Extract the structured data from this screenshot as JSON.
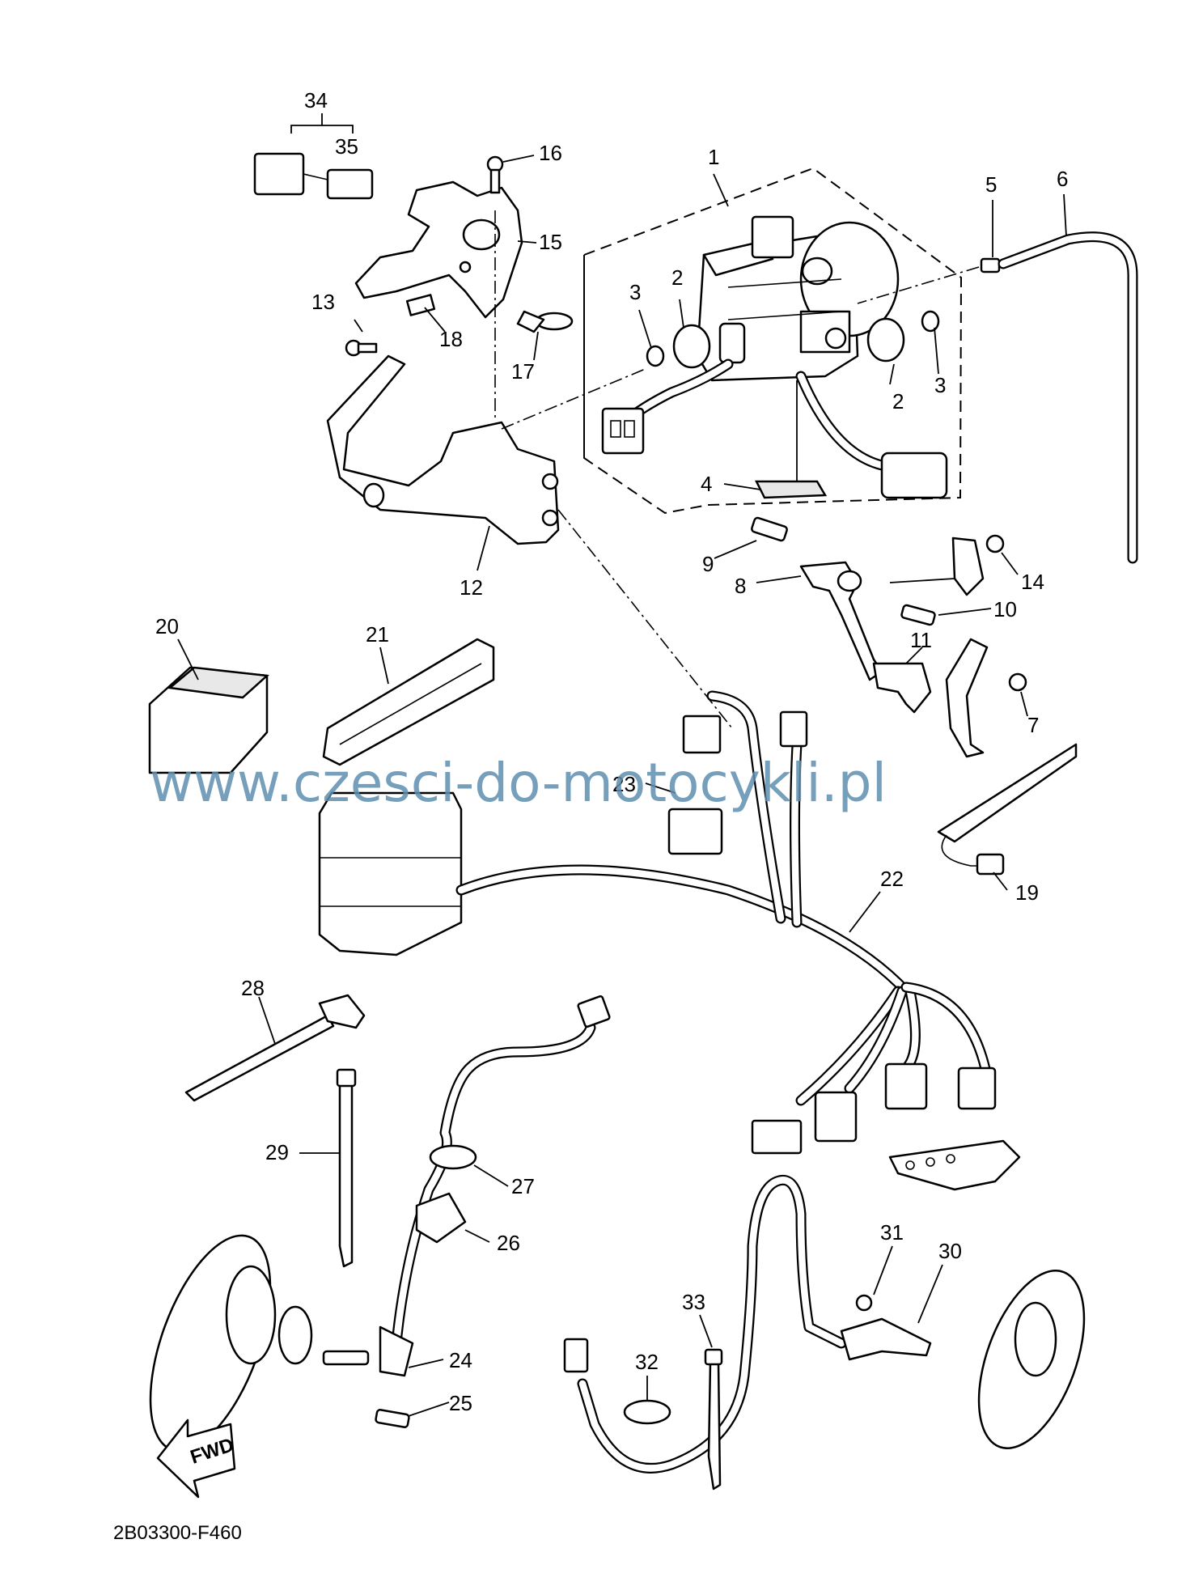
{
  "callouts": [
    {
      "id": "c1",
      "text": "1"
    },
    {
      "id": "c2a",
      "text": "2"
    },
    {
      "id": "c2b",
      "text": "2"
    },
    {
      "id": "c3a",
      "text": "3"
    },
    {
      "id": "c3b",
      "text": "3"
    },
    {
      "id": "c4",
      "text": "4"
    },
    {
      "id": "c5",
      "text": "5"
    },
    {
      "id": "c6",
      "text": "6"
    },
    {
      "id": "c7",
      "text": "7"
    },
    {
      "id": "c8",
      "text": "8"
    },
    {
      "id": "c9",
      "text": "9"
    },
    {
      "id": "c10",
      "text": "10"
    },
    {
      "id": "c11",
      "text": "11"
    },
    {
      "id": "c12",
      "text": "12"
    },
    {
      "id": "c13",
      "text": "13"
    },
    {
      "id": "c14",
      "text": "14"
    },
    {
      "id": "c15",
      "text": "15"
    },
    {
      "id": "c16",
      "text": "16"
    },
    {
      "id": "c17",
      "text": "17"
    },
    {
      "id": "c18",
      "text": "18"
    },
    {
      "id": "c19",
      "text": "19"
    },
    {
      "id": "c20",
      "text": "20"
    },
    {
      "id": "c21",
      "text": "21"
    },
    {
      "id": "c22",
      "text": "22"
    },
    {
      "id": "c23",
      "text": "23"
    },
    {
      "id": "c24",
      "text": "24"
    },
    {
      "id": "c25",
      "text": "25"
    },
    {
      "id": "c26",
      "text": "26"
    },
    {
      "id": "c27",
      "text": "27"
    },
    {
      "id": "c28",
      "text": "28"
    },
    {
      "id": "c29",
      "text": "29"
    },
    {
      "id": "c30",
      "text": "30"
    },
    {
      "id": "c31",
      "text": "31"
    },
    {
      "id": "c32",
      "text": "32"
    },
    {
      "id": "c33",
      "text": "33"
    },
    {
      "id": "c34",
      "text": "34"
    },
    {
      "id": "c35",
      "text": "35"
    }
  ],
  "direction_label": "FWD",
  "diagram_code": "2B03300-F460",
  "watermark": "www.czesci-do-motocykli.pl",
  "colors": {
    "line": "#000000",
    "watermark": "#5f8fb0",
    "background": "#ffffff"
  }
}
